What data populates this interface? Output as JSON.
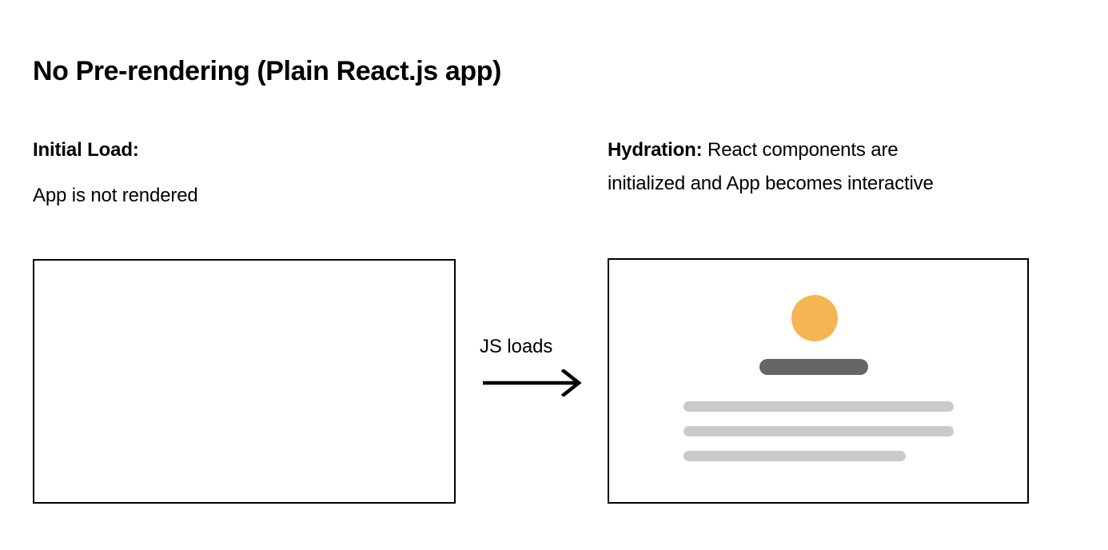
{
  "slide": {
    "title": "No Pre-rendering (Plain React.js app)",
    "background_color": "#ffffff",
    "text_color": "#000000"
  },
  "columns": {
    "left": {
      "heading": "Initial Load:",
      "description": "App is not rendered"
    },
    "right": {
      "heading": "Hydration:",
      "description_line1": " React components are",
      "description_line2": "initialized and App becomes interactive"
    }
  },
  "transition": {
    "label": "JS loads",
    "arrow_icon": "arrow-right-icon",
    "arrow_color": "#000000"
  },
  "frames": {
    "initial": {
      "name": "empty-browser-frame",
      "border_color": "#000000",
      "content": "empty"
    },
    "hydrated": {
      "name": "hydrated-browser-frame",
      "border_color": "#000000",
      "elements": [
        {
          "shape": "circle",
          "name": "avatar-placeholder",
          "color": "#f5b553"
        },
        {
          "shape": "pill",
          "name": "title-placeholder",
          "color": "#666666"
        },
        {
          "shape": "bar",
          "name": "text-line-placeholder-1",
          "color": "#cacaca"
        },
        {
          "shape": "bar",
          "name": "text-line-placeholder-2",
          "color": "#cacaca"
        },
        {
          "shape": "bar",
          "name": "text-line-placeholder-3",
          "color": "#cacaca"
        }
      ]
    }
  }
}
